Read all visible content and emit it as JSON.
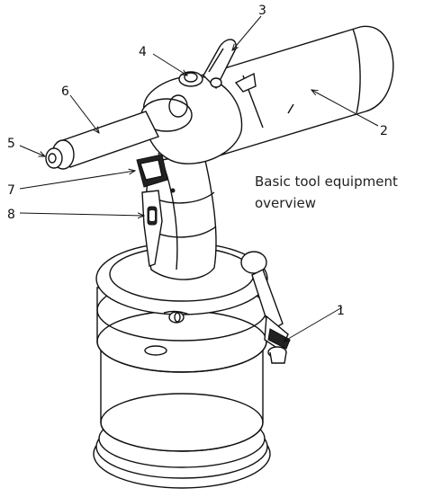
{
  "caption": {
    "line1": "Basic tool equipment",
    "line2": "overview"
  },
  "callouts": {
    "c1": "1",
    "c2": "2",
    "c3": "3",
    "c4": "4",
    "c5": "5",
    "c6": "6",
    "c7": "7",
    "c8": "8"
  }
}
